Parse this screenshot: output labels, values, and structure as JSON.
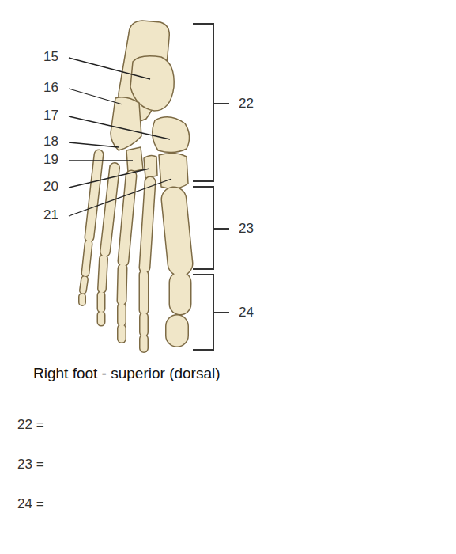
{
  "diagram": {
    "caption": "Right foot - superior (dorsal)",
    "labels": [
      "15",
      "16",
      "17",
      "18",
      "19",
      "20",
      "21",
      "22",
      "23",
      "24",
      "22 =",
      "23 =",
      "24 ="
    ]
  }
}
